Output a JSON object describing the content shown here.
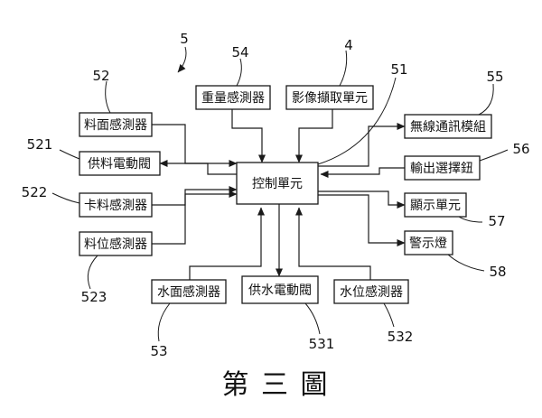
{
  "figure": {
    "caption": "第 三 圖",
    "system_ref": "5"
  },
  "blocks": {
    "control": {
      "label": "控制單元",
      "ref": "51"
    },
    "weight_sensor": {
      "label": "重量感測器",
      "ref": "54"
    },
    "image_capture": {
      "label": "影像擷取單元",
      "ref": "4"
    },
    "feed_surface_sensor": {
      "label": "料面感測器",
      "ref": "52"
    },
    "feed_valve": {
      "label": "供料電動閥",
      "ref": "521"
    },
    "jam_sensor": {
      "label": "卡料感測器",
      "ref": "522"
    },
    "feed_level_sensor": {
      "label": "料位感測器",
      "ref": "523"
    },
    "wireless": {
      "label": "無線通訊模組",
      "ref": "55"
    },
    "output_select": {
      "label": "輸出選擇鈕",
      "ref": "56"
    },
    "display": {
      "label": "顯示單元",
      "ref": "57"
    },
    "warning_light": {
      "label": "警示燈",
      "ref": "58"
    },
    "water_surface_sensor": {
      "label": "水面感測器",
      "ref": "53"
    },
    "water_valve": {
      "label": "供水電動閥",
      "ref": "531"
    },
    "water_level_sensor": {
      "label": "水位感測器",
      "ref": "532"
    }
  }
}
